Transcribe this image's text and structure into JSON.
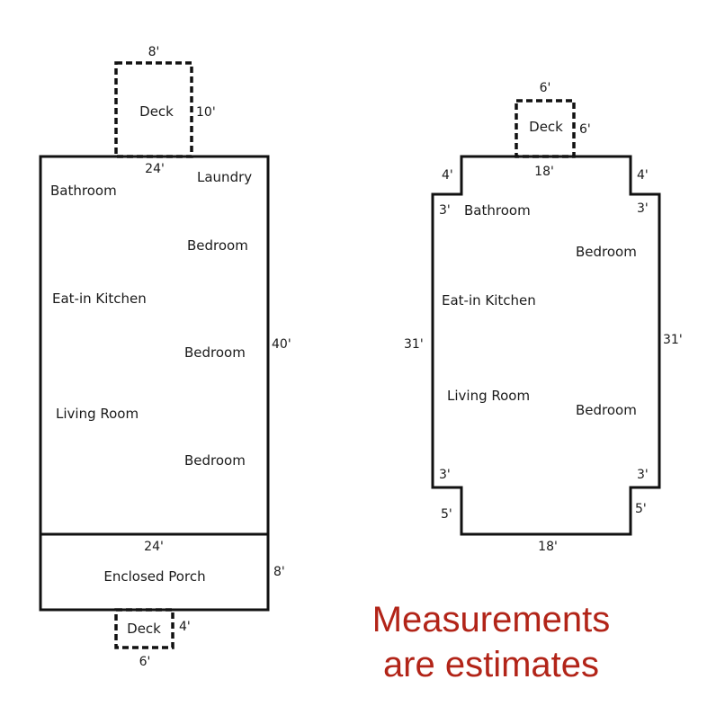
{
  "colors": {
    "lines": "#111111",
    "text": "#1a1a1a",
    "note": "#b22418"
  },
  "plan_left": {
    "deck_top": {
      "label": "Deck",
      "width": "8'",
      "depth": "10'"
    },
    "house": {
      "width": "24'",
      "length": "40'"
    },
    "rooms": {
      "bathroom": "Bathroom",
      "laundry": "Laundry",
      "bedroom1": "Bedroom",
      "kitchen": "Eat-in Kitchen",
      "bedroom2": "Bedroom",
      "living": "Living Room",
      "bedroom3": "Bedroom"
    },
    "porch": {
      "label": "Enclosed Porch",
      "width": "24'",
      "depth": "8'"
    },
    "deck_bottom": {
      "label": "Deck",
      "width": "6'",
      "depth": "4'"
    }
  },
  "plan_right": {
    "deck": {
      "label": "Deck",
      "width": "6'",
      "depth": "6'"
    },
    "top_width": "18'",
    "bottom_width": "18'",
    "step_top_left": {
      "depth": "4'",
      "inset": "3'"
    },
    "step_top_right": {
      "depth": "4'",
      "inset": "3'"
    },
    "step_bottom_left": {
      "inset": "3'",
      "depth": "5'"
    },
    "step_bottom_right": {
      "inset": "3'",
      "depth": "5'"
    },
    "left_length": "31'",
    "right_length": "31'",
    "rooms": {
      "bathroom": "Bathroom",
      "bedroom1": "Bedroom",
      "kitchen": "Eat-in Kitchen",
      "living": "Living Room",
      "bedroom2": "Bedroom"
    }
  },
  "note": {
    "line1": "Measurements",
    "line2": "are estimates"
  }
}
